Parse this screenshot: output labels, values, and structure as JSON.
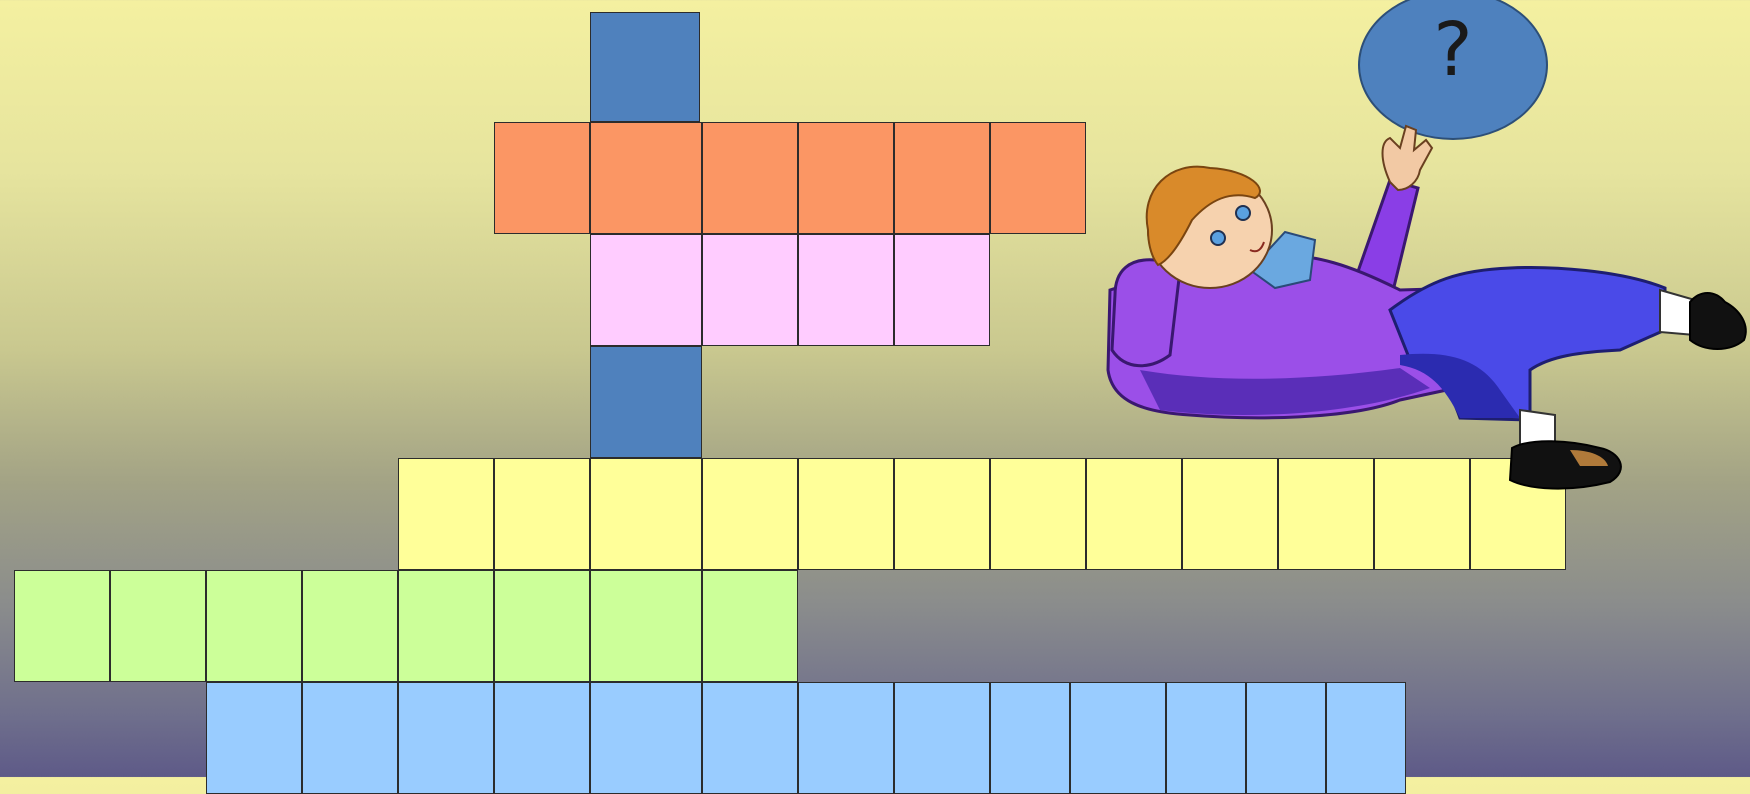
{
  "hint_button": {
    "label": "?",
    "icon": "question-mark-icon",
    "color": "#4e81be"
  },
  "character": {
    "icon": "reclining-boy-illustration"
  },
  "crossword": {
    "cell_color_keys": [
      "blue",
      "orange",
      "pink",
      "yellow",
      "green",
      "light-blue"
    ],
    "colors": {
      "blue": "#4f81bd",
      "orange": "#fb9664",
      "pink": "#ffccff",
      "yellow": "#ffff99",
      "green": "#ccff99",
      "light-blue": "#99ccff"
    },
    "words": [
      {
        "id": "highlight-top",
        "color": "blue",
        "cells": 1
      },
      {
        "id": "word-1",
        "color": "orange",
        "cells": 6
      },
      {
        "id": "word-2",
        "color": "pink",
        "cells": 4
      },
      {
        "id": "highlight-mid",
        "color": "blue",
        "cells": 1
      },
      {
        "id": "word-3",
        "color": "yellow",
        "cells": 12
      },
      {
        "id": "word-4",
        "color": "green",
        "cells": 8
      },
      {
        "id": "word-5",
        "color": "light-blue",
        "cells": 13
      }
    ]
  }
}
